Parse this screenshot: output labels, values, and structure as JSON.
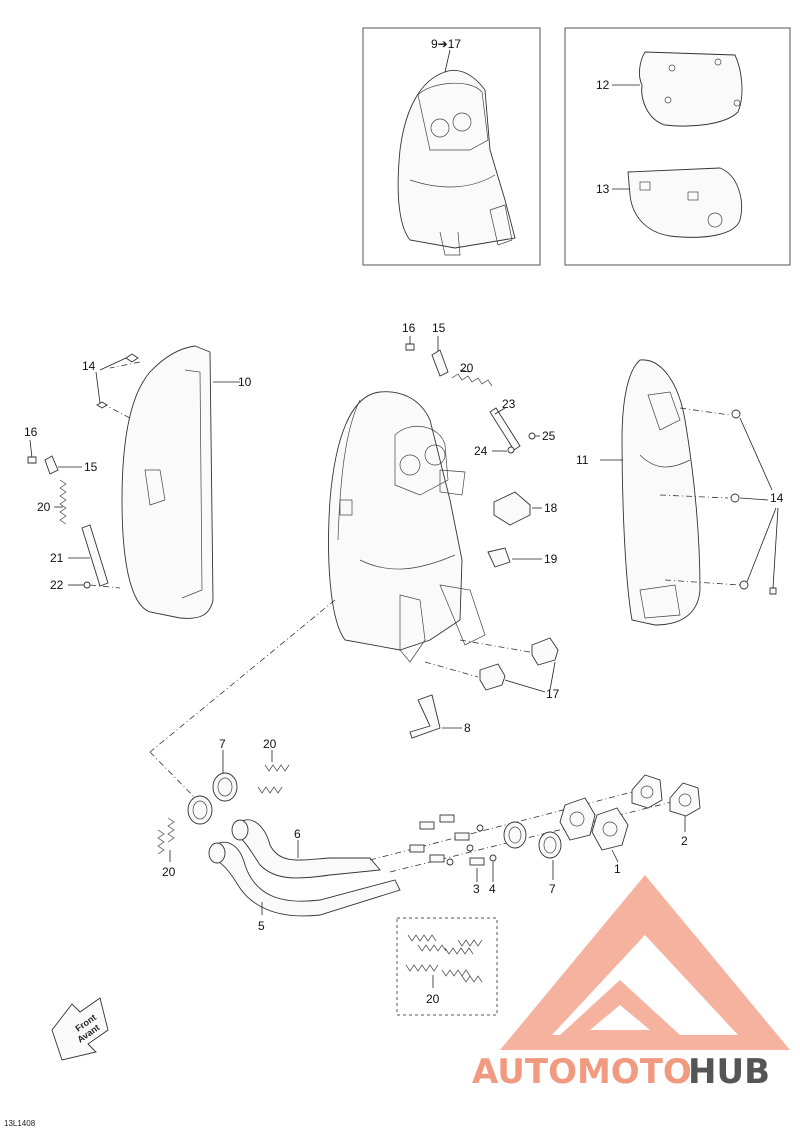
{
  "callouts": {
    "c9_17": "9➔17",
    "c12": "12",
    "c13": "13",
    "c16a": "16",
    "c15a": "15",
    "c20a": "20",
    "c23": "23",
    "c24": "24",
    "c25": "25",
    "c18": "18",
    "c19": "19",
    "c17": "17",
    "c8": "8",
    "c14a": "14",
    "c10": "10",
    "c16b": "16",
    "c15b": "15",
    "c20b": "20",
    "c21": "21",
    "c22": "22",
    "c11": "11",
    "c14b": "14",
    "c7a": "7",
    "c20c": "20",
    "c20d": "20",
    "c6": "6",
    "c5": "5",
    "c3": "3",
    "c4": "4",
    "c7b": "7",
    "c1": "1",
    "c2": "2",
    "c20e": "20"
  },
  "front_arrow": {
    "line1": "Front",
    "line2": "Avant"
  },
  "watermark": {
    "part1": "AUTOMOTO",
    "part2": "HUB",
    "color": "#f29a7f"
  },
  "diagram_code": "13L1408"
}
